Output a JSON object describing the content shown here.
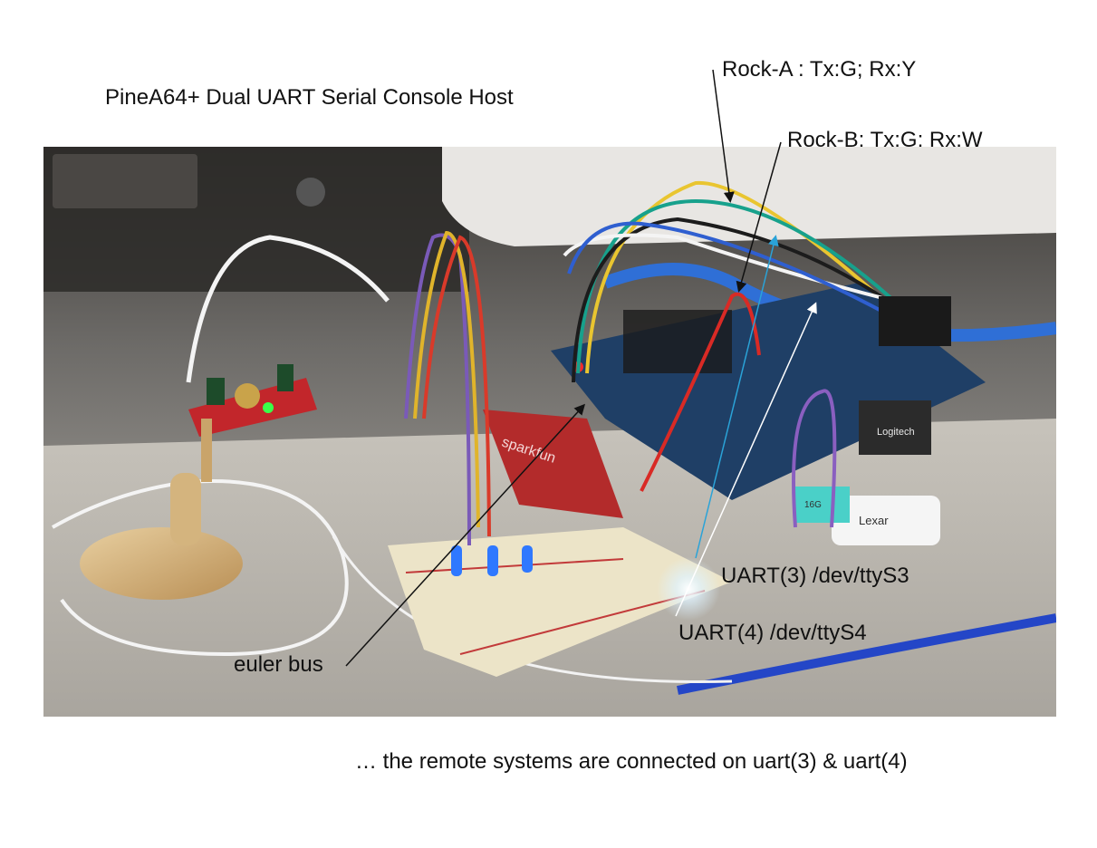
{
  "title": "PineA64+ Dual UART Serial Console Host",
  "labels": {
    "rock_a": "Rock-A : Tx:G; Rx:Y",
    "rock_b": "Rock-B: Tx:G; Rx:W",
    "uart3": "UART(3)  /dev/ttyS3",
    "uart4": "UART(4)  /dev/ttyS4",
    "euler_bus": "euler bus"
  },
  "caption": "… the remote systems are connected on uart(3) & uart(4)",
  "photo": {
    "board_text_sparkfun": "sparkfun",
    "logitech_text": "Logitech",
    "usb_text": "Lexar",
    "usb_size": "16G"
  },
  "colors": {
    "arrow_black": "#111111",
    "arrow_blue": "#2aa3d8",
    "arrow_white": "#ffffff",
    "led_red": "#ff2a2a",
    "led_green": "#39ff4a",
    "led_blue": "#2f78ff"
  }
}
